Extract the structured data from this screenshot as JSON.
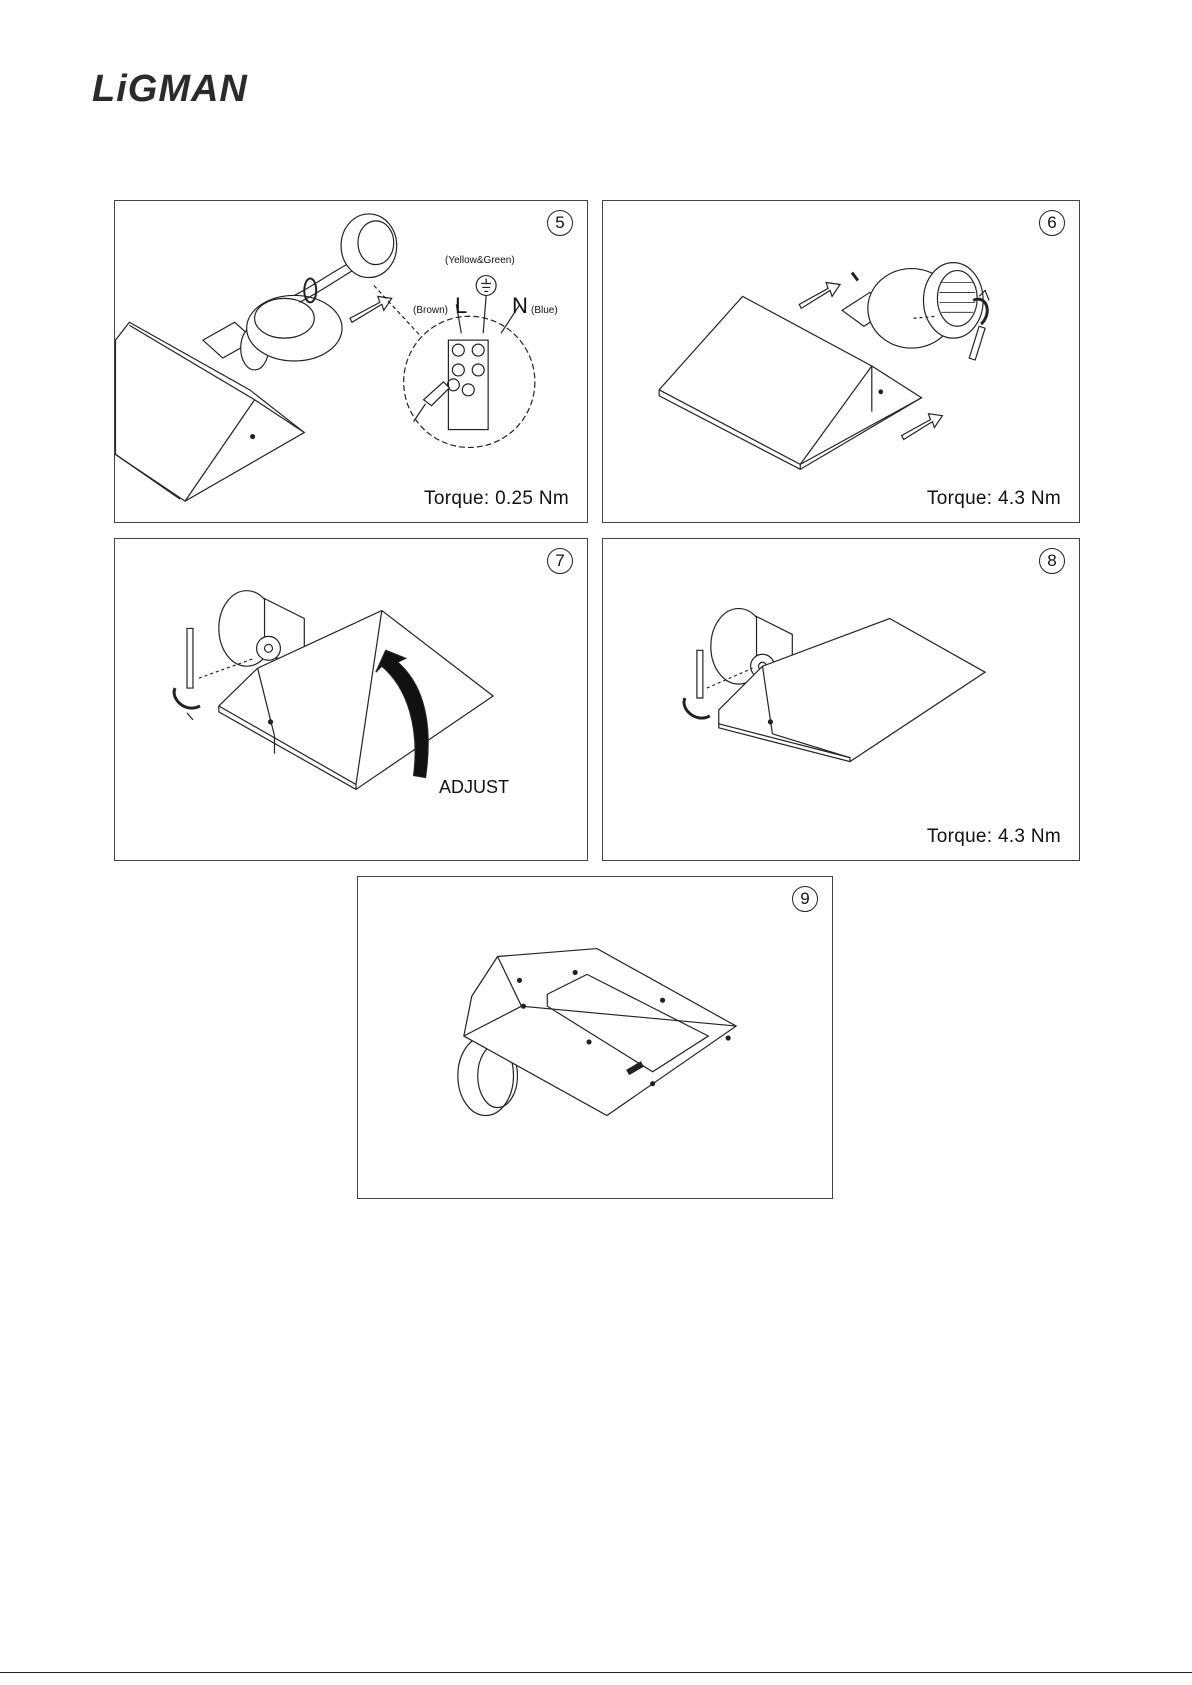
{
  "brand": {
    "logo_text": "LiGMAN"
  },
  "panels": [
    {
      "step": "5",
      "caption": "Torque: 0.25 Nm",
      "wiring": {
        "earth": "(Yellow&Green)",
        "live_note": "(Brown)",
        "live": "L",
        "neutral": "N",
        "neutral_note": "(Blue)"
      }
    },
    {
      "step": "6",
      "caption": "Torque: 4.3 Nm"
    },
    {
      "step": "7",
      "caption": "ADJUST"
    },
    {
      "step": "8",
      "caption": "Torque: 4.3 Nm"
    },
    {
      "step": "9"
    }
  ]
}
